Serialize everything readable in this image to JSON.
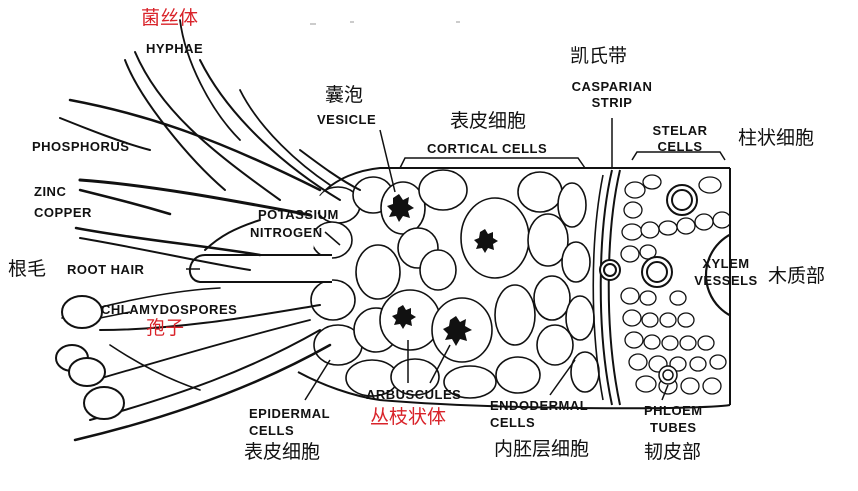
{
  "labels": {
    "hyphae_zh": "菌丝体",
    "hyphae_en": "HYPHAE",
    "vesicle_zh": "囊泡",
    "vesicle_en": "VESICLE",
    "cortical_zh": "表皮细胞",
    "cortical_en": "CORTICAL CELLS",
    "casparian_zh": "凯氏带",
    "casparian_en_1": "CASPARIAN",
    "casparian_en_2": "STRIP",
    "stelar_en_1": "STELAR",
    "stelar_en_2": "CELLS",
    "stelar_zh": "柱状细胞",
    "phosphorus_en": "PHOSPHORUS",
    "zinc_en": "ZINC",
    "copper_en": "COPPER",
    "potassium_en": "POTASSIUM",
    "nitrogen_en": "NITROGEN",
    "root_hair_zh": "根毛",
    "root_hair_en": "ROOT HAIR",
    "xylem_en_1": "XYLEM",
    "xylem_en_2": "VESSELS",
    "xylem_zh": "木质部",
    "chlamydospores_en": "CHLAMYDOSPORES",
    "chlamydospores_zh": "孢子",
    "epidermal_en_1": "EPIDERMAL",
    "epidermal_en_2": "CELLS",
    "epidermal_zh": "表皮细胞",
    "arbuscules_en": "ARBUSCULES",
    "arbuscules_zh": "丛枝状体",
    "endodermal_en_1": "ENDODERMAL",
    "endodermal_en_2": "CELLS",
    "endodermal_zh": "内胚层细胞",
    "phloem_en_1": "PHLOEM",
    "phloem_en_2": "TUBES",
    "phloem_zh": "韧皮部"
  },
  "colors": {
    "ink": "#111111",
    "chinese_annotation_red": "#d9232a"
  }
}
